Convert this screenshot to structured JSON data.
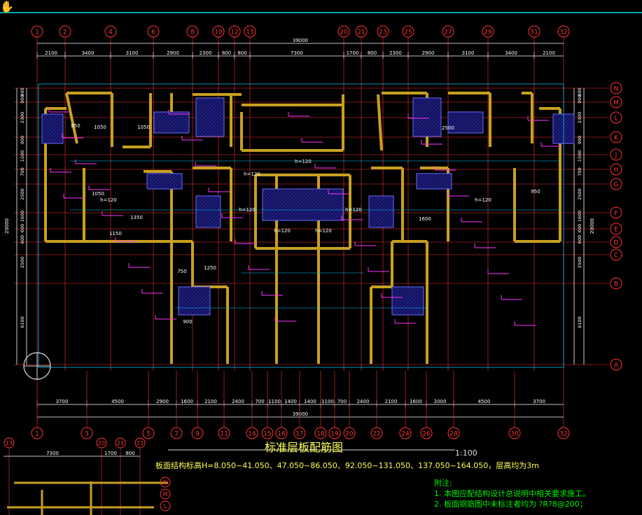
{
  "top_axes": [
    "1",
    "2",
    "4",
    "6",
    "8",
    "10",
    "12",
    "13",
    "20",
    "21",
    "23",
    "25",
    "27",
    "29",
    "31",
    "32"
  ],
  "top_total": "39000",
  "top_dims": [
    "2100",
    "3400",
    "3100",
    "2900",
    "2300",
    "800",
    "800",
    "7300",
    "1700",
    "800",
    "2300",
    "2900",
    "3100",
    "3400",
    "2100"
  ],
  "bottom_axes": [
    "1",
    "3",
    "5",
    "7",
    "9",
    "11",
    "14",
    "15",
    "16",
    "17",
    "18",
    "19",
    "20",
    "22",
    "24",
    "26",
    "28",
    "30",
    "32"
  ],
  "bottom_total": "39000",
  "bottom_dims": [
    "3700",
    "4500",
    "2900",
    "1600",
    "2100",
    "2400",
    "700",
    "1100",
    "1400",
    "1400",
    "1100",
    "700",
    "2400",
    "2100",
    "1600",
    "2000",
    "4500",
    "3700"
  ],
  "right_axes": [
    "N",
    "M",
    "L",
    "K",
    "J",
    "H",
    "G",
    "F",
    "E",
    "D",
    "C",
    "B",
    "A"
  ],
  "left_dims": [
    "400",
    "900",
    "2300",
    "900",
    "1500",
    "700",
    "2500",
    "1600",
    "600",
    "600",
    "2500",
    "6100"
  ],
  "left_total": "20000",
  "slab_labels": [
    "h=120",
    "h=120",
    "h=120",
    "h=120",
    "h=120",
    "h=120",
    "h=120",
    "h=120"
  ],
  "rebar_labels": [
    "850",
    "1050",
    "1050",
    "1050",
    "1350",
    "1250",
    "900",
    "750",
    "1150",
    "950",
    "2500",
    "1600"
  ],
  "title": "标准层板配筋图",
  "scale": "1:100",
  "elevation_note": "板面结构标高H=8.050~41.050、47.050~86.050、92.050~131.050、137.050~164.050，层高均为3m",
  "notes_heading": "附注:",
  "notes": [
    "1. 本图应配结构设计总说明中相关要求施工。",
    "2. 板面钢筋图中未标注者均为 ?R?8@200；"
  ],
  "detail_axes": [
    "13",
    "20",
    "21",
    "23"
  ],
  "detail_dims": [
    "7300",
    "1700",
    "800"
  ],
  "colors": {
    "axis": "#ff3333",
    "dim": "#ffffff",
    "wall": "#c8a020",
    "grid": "#00c8ff",
    "rebar": "#ff33ff",
    "text": "#ffff55",
    "note": "#00ee00"
  }
}
